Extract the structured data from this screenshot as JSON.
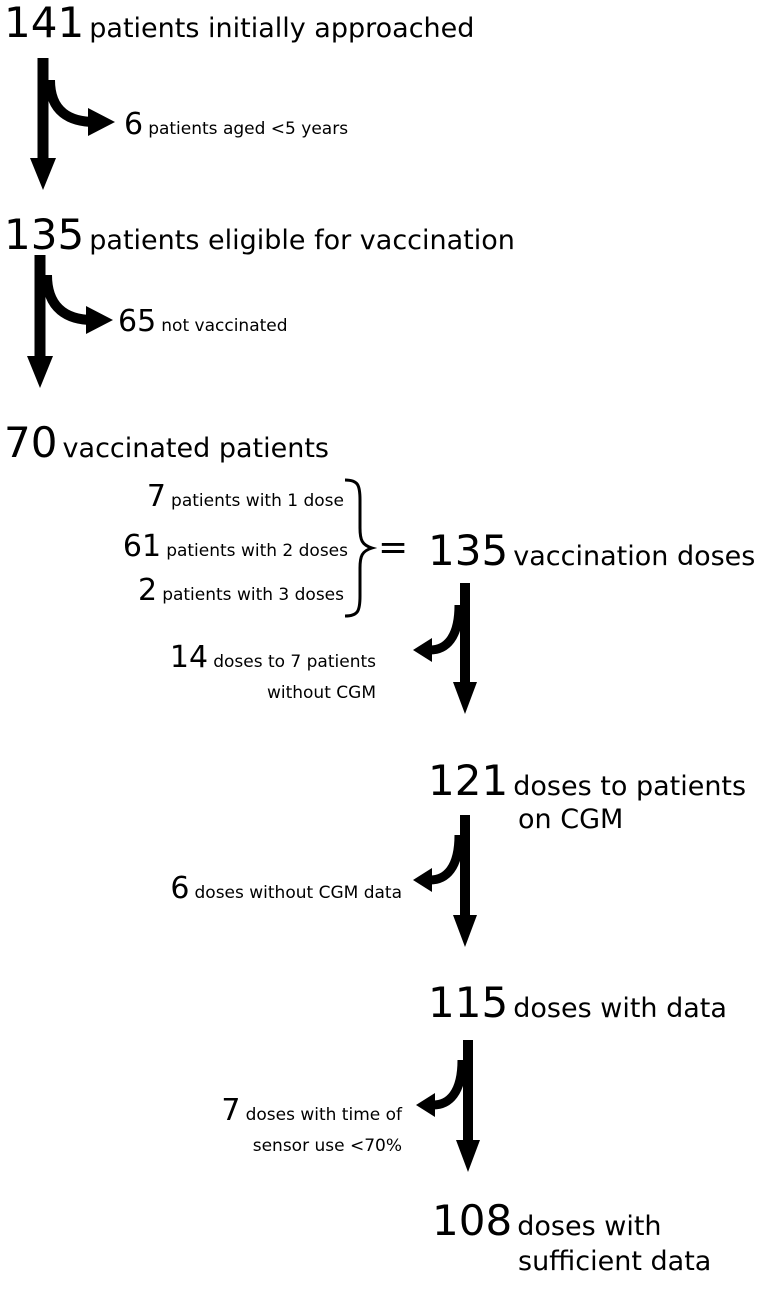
{
  "steps": [
    {
      "count": "141",
      "label": "patients initially approached"
    },
    {
      "count": "135",
      "label": "patients eligible for vaccination"
    },
    {
      "count": "70",
      "label": "vaccinated patients"
    },
    {
      "count": "135",
      "label": "vaccination doses"
    },
    {
      "count": "121",
      "label_line1": "doses to patients",
      "label_line2": "on CGM"
    },
    {
      "count": "115",
      "label": "doses with data"
    },
    {
      "count": "108",
      "label_line1": "doses with",
      "label_line2": "sufficient data"
    }
  ],
  "exclusions": [
    {
      "count": "6",
      "label": "patients aged <5 years"
    },
    {
      "count": "65",
      "label": "not vaccinated"
    },
    {
      "count": "14",
      "label_line1": "doses to 7 patients",
      "label_line2": "without CGM"
    },
    {
      "count": "6",
      "label": "doses without CGM data"
    },
    {
      "count": "7",
      "label_line1": "doses with time of",
      "label_line2": "sensor use <70%"
    }
  ],
  "breakdown": [
    {
      "count": "7",
      "label": "patients with 1 dose"
    },
    {
      "count": "61",
      "label": "patients with 2 doses"
    },
    {
      "count": "2",
      "label": "patients with 3 doses"
    }
  ],
  "equals_sign": "="
}
